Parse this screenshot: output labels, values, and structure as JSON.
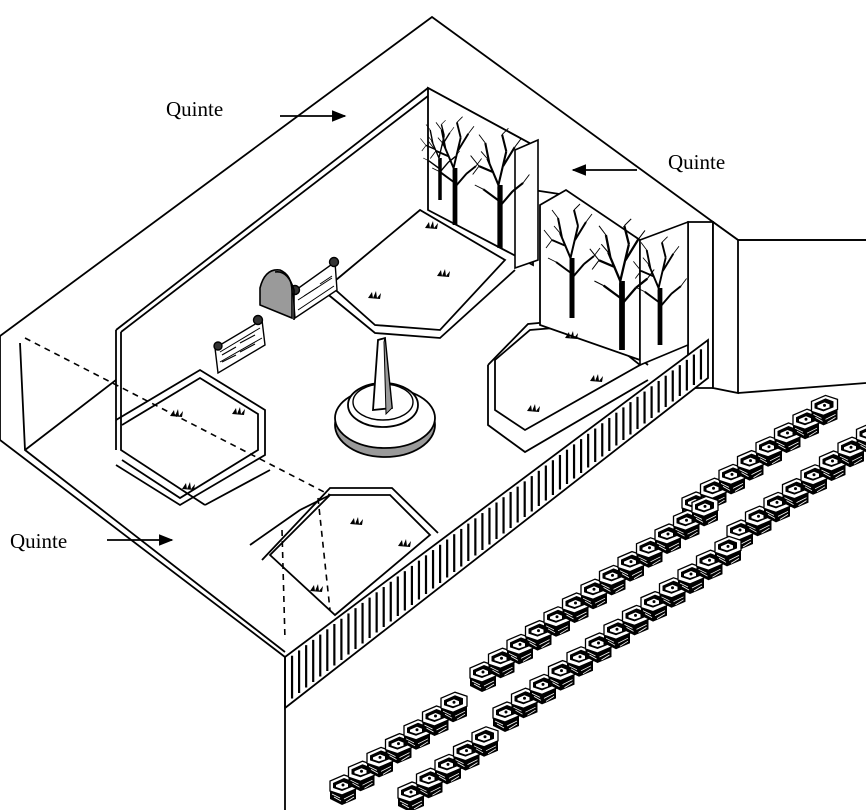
{
  "labels": {
    "top_left": "Quinte",
    "top_right": "Quinte",
    "left": "Quinte"
  },
  "colors": {
    "ink": "#000000",
    "paper": "#ffffff",
    "shade": "#9a9a9a"
  },
  "icons": [
    "arrow-icon",
    "tree-icon",
    "grass-tuft-icon",
    "fountain-icon",
    "balustrade-icon",
    "arch-icon",
    "seat-icon"
  ]
}
